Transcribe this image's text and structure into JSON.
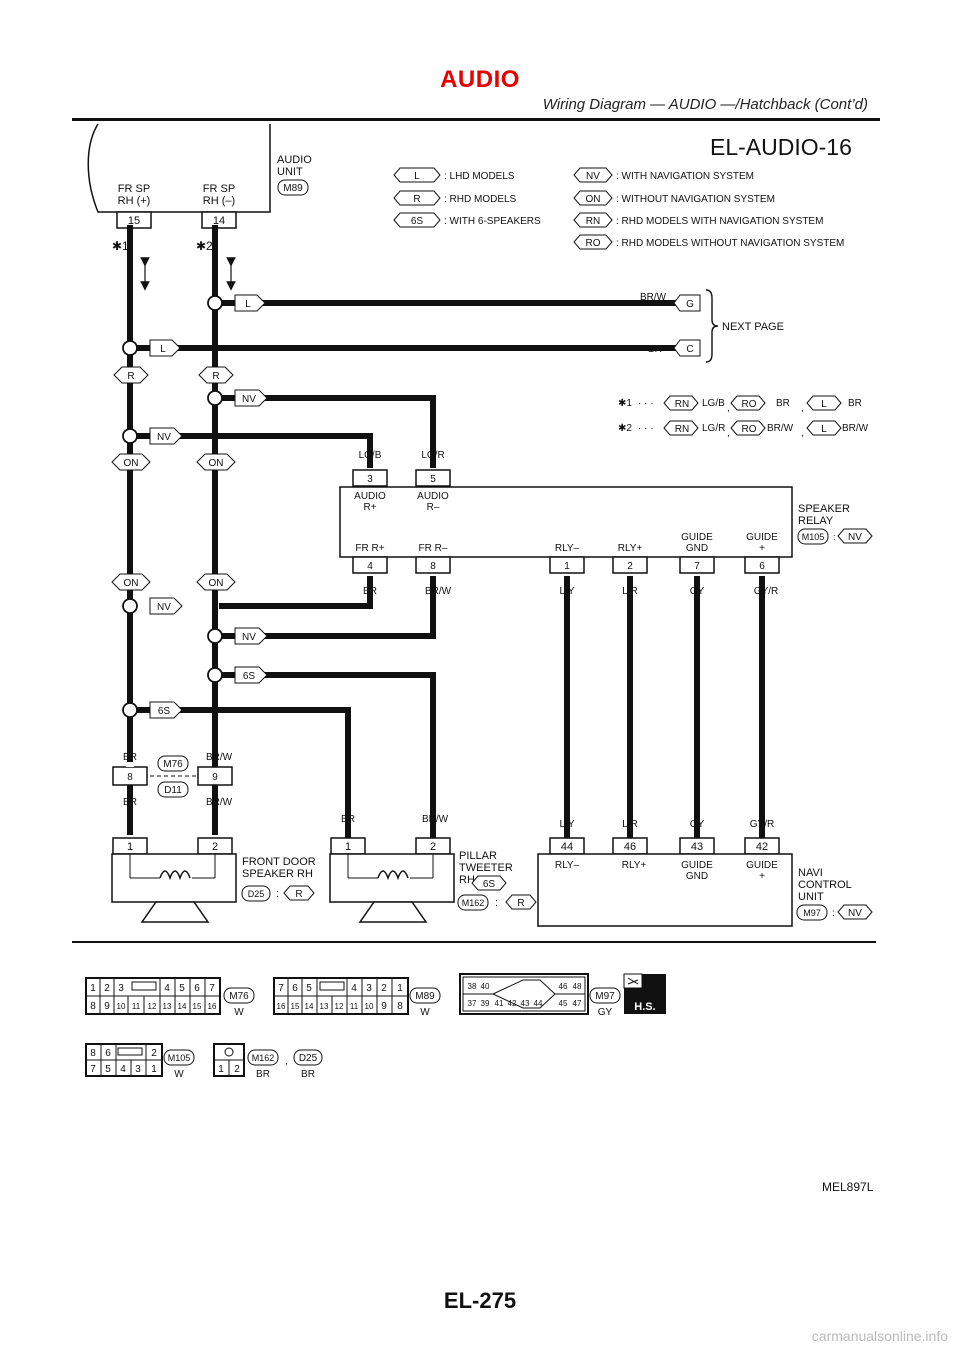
{
  "header": {
    "title": "AUDIO",
    "subtitle": "Wiring Diagram — AUDIO —/Hatchback (Cont’d)"
  },
  "diagram": {
    "id": "EL-AUDIO-16",
    "audio_unit": {
      "label1": "AUDIO",
      "label2": "UNIT",
      "connector": "M89",
      "pins": [
        {
          "num": "15",
          "l1": "FR SP",
          "l2": "RH (+)"
        },
        {
          "num": "14",
          "l1": "FR SP",
          "l2": "RH (–)"
        }
      ]
    },
    "legend": [
      {
        "code": "L",
        "text": ": LHD MODELS"
      },
      {
        "code": "R",
        "text": ": RHD MODELS"
      },
      {
        "code": "6S",
        "text": ": WITH 6-SPEAKERS"
      },
      {
        "code": "NV",
        "text": ": WITH NAVIGATION SYSTEM"
      },
      {
        "code": "ON",
        "text": ": WITHOUT NAVIGATION SYSTEM"
      },
      {
        "code": "RN",
        "text": ": RHD MODELS  WITH NAVIGATION SYSTEM"
      },
      {
        "code": "RO",
        "text": ": RHD MODELS  WITHOUT NAVIGATION SYSTEM"
      }
    ],
    "star_notes": {
      "star1": {
        "mark": "✱1",
        "dots": "· · ·",
        "rn_color": "LG/B",
        "ro_color": "BR",
        "l_color": "BR"
      },
      "star2": {
        "mark": "✱2",
        "dots": "· · ·",
        "rn_color": "LG/R",
        "ro_color": "BR/W",
        "l_color": "BR/W"
      },
      "sep": ","
    },
    "next_page": {
      "label": "NEXT PAGE",
      "lines": [
        {
          "color": "BR/W",
          "terminal": "G"
        },
        {
          "color": "BR",
          "terminal": "C"
        }
      ]
    },
    "wire_tags": {
      "left": [
        "L",
        "R",
        "NV",
        "ON",
        "ON",
        "NV",
        "6S"
      ],
      "right": [
        "L",
        "R",
        "NV",
        "ON",
        "ON",
        "NV",
        "6S"
      ],
      "star_left": "✱1",
      "star_right": "✱2"
    },
    "speaker_relay": {
      "label1": "SPEAKER",
      "label2": "RELAY",
      "connector": "M105",
      "colon": ":",
      "cond": "NV",
      "top_pins": [
        {
          "num": "3",
          "color": "LG/B",
          "l1": "AUDIO",
          "l2": "R+"
        },
        {
          "num": "5",
          "color": "LG/R",
          "l1": "AUDIO",
          "l2": "R–"
        }
      ],
      "bottom_pins": [
        {
          "num": "4",
          "color": "BR",
          "l1": "FR R+",
          "l2": ""
        },
        {
          "num": "8",
          "color": "BR/W",
          "l1": "FR R–",
          "l2": ""
        },
        {
          "num": "1",
          "color": "L/Y",
          "l1": "RLY–",
          "l2": ""
        },
        {
          "num": "2",
          "color": "L/R",
          "l1": "RLY+",
          "l2": ""
        },
        {
          "num": "7",
          "color": "GY",
          "l1": "GUIDE",
          "l2": "GND"
        },
        {
          "num": "6",
          "color": "GY/R",
          "l1": "GUIDE",
          "l2": "+"
        }
      ]
    },
    "joint": {
      "top": "M76",
      "bottom": "D11",
      "pins": [
        {
          "num": "8",
          "c_top": "BR",
          "c_bot": "BR"
        },
        {
          "num": "9",
          "c_top": "BR/W",
          "c_bot": "BR/W"
        }
      ]
    },
    "front_door_speaker": {
      "l1": "FRONT DOOR",
      "l2": "SPEAKER RH",
      "connector": "D25",
      "colon": ":",
      "cond": "R",
      "pins": [
        "1",
        "2"
      ]
    },
    "pillar_tweeter": {
      "l1": "PILLAR",
      "l2": "TWEETER",
      "l3": "RH",
      "cond1": "6S",
      "connector": "M162",
      "colon": ":",
      "cond": "R",
      "pins": [
        "1",
        "2"
      ],
      "wire_colors": [
        "BR",
        "BR/W"
      ]
    },
    "navi_unit": {
      "l1": "NAVI",
      "l2": "CONTROL",
      "l3": "UNIT",
      "connector": "M97",
      "colon": ":",
      "cond": "NV",
      "pins": [
        {
          "num": "44",
          "color": "L/Y",
          "l1": "RLY–",
          "l2": ""
        },
        {
          "num": "46",
          "color": "L/R",
          "l1": "RLY+",
          "l2": ""
        },
        {
          "num": "43",
          "color": "GY",
          "l1": "GUIDE",
          "l2": "GND"
        },
        {
          "num": "42",
          "color": "GY/R",
          "l1": "GUIDE",
          "l2": "+"
        }
      ]
    },
    "connector_views": {
      "m76": {
        "row1": [
          "1",
          "2",
          "3",
          "4",
          "5",
          "6",
          "7"
        ],
        "row2": [
          "8",
          "9",
          "10",
          "11",
          "12",
          "13",
          "14",
          "15",
          "16"
        ],
        "tag": "M76",
        "color": "W"
      },
      "m89": {
        "row1": [
          "7",
          "6",
          "5",
          "4",
          "3",
          "2",
          "1"
        ],
        "row2": [
          "16",
          "15",
          "14",
          "13",
          "12",
          "11",
          "10",
          "9",
          "8"
        ],
        "tag": "M89",
        "color": "W"
      },
      "m97": {
        "row1": [
          "38",
          "40",
          "46",
          "48"
        ],
        "row2": [
          "37",
          "39",
          "41",
          "42",
          "43",
          "44",
          "45",
          "47"
        ],
        "tag": "M97",
        "color": "GY"
      },
      "hs": "H.S.",
      "m105": {
        "row1": [
          "8",
          "6",
          "2"
        ],
        "row2": [
          "7",
          "5",
          "4",
          "3",
          "1"
        ],
        "tag": "M105",
        "color": "W"
      },
      "m162": {
        "row2": [
          "1",
          "2"
        ],
        "tag": "M162",
        "color": "BR",
        "sep": ",",
        "tag2": "D25",
        "color2": "BR"
      }
    },
    "ref_code": "MEL897L"
  },
  "footer": {
    "page": "EL-275",
    "watermark": "carmanualsonline.info"
  }
}
